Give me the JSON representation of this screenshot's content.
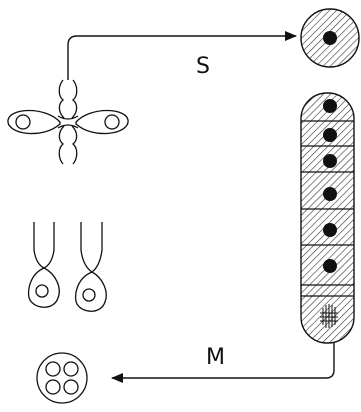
{
  "diagram": {
    "labels": {
      "s": "S",
      "m": "M"
    },
    "colors": {
      "stroke": "#111111",
      "hatch": "#222222",
      "background": "#ffffff"
    },
    "icons": {
      "cross_figure": "four-lobed-cross-icon",
      "pair_figure": "paired-hanging-drops-icon",
      "single_cell": "hatched-circle-with-dot-icon",
      "segmented_column": "hatched-column-with-dots-icon",
      "four_part_circle": "four-dot-circle-icon"
    },
    "column_segments_with_dots": 6,
    "four_part_circle_dots": 4
  }
}
